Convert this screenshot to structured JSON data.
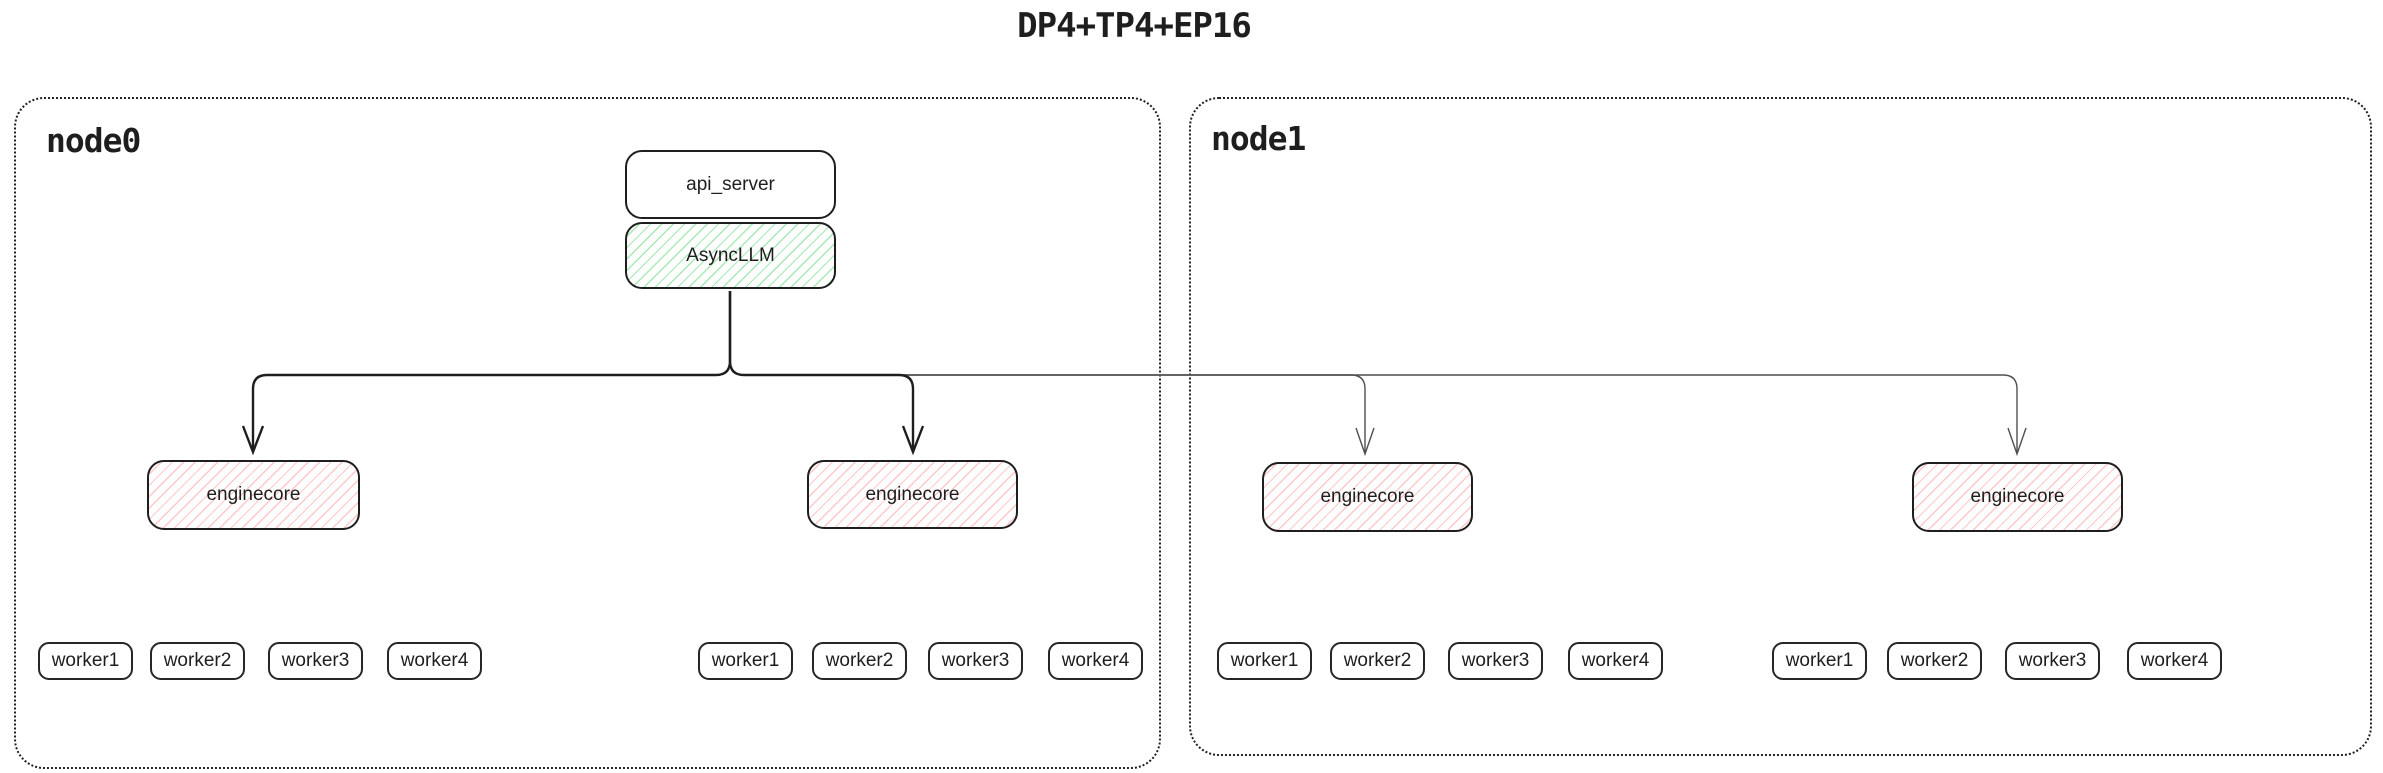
{
  "title": "DP4+TP4+EP16",
  "colors": {
    "canvas_bg": "#ffffff",
    "stroke": "#1e1e1e",
    "thin_stroke": "#4f4f4f",
    "green_hatch": "#a7e9b2",
    "red_hatch": "#ffc9c9"
  },
  "api_server": {
    "label": "api_server"
  },
  "async_llm": {
    "label": "AsyncLLM"
  },
  "nodes": [
    {
      "label": "node0",
      "enginecores": [
        {
          "label": "enginecore"
        },
        {
          "label": "enginecore"
        }
      ],
      "worker_groups": [
        [
          "worker1",
          "worker2",
          "worker3",
          "worker4"
        ],
        [
          "worker1",
          "worker2",
          "worker3",
          "worker4"
        ]
      ]
    },
    {
      "label": "node1",
      "enginecores": [
        {
          "label": "enginecore"
        },
        {
          "label": "enginecore"
        }
      ],
      "worker_groups": [
        [
          "worker1",
          "worker2",
          "worker3",
          "worker4"
        ],
        [
          "worker1",
          "worker2",
          "worker3",
          "worker4"
        ]
      ]
    }
  ]
}
